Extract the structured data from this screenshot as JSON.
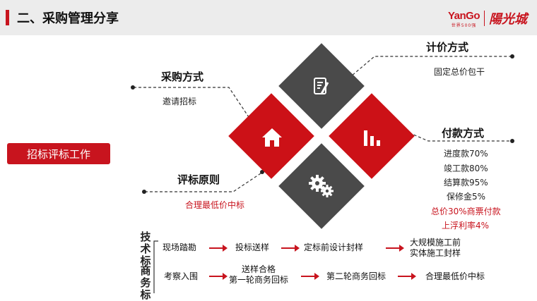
{
  "header": {
    "title": "二、采购管理分享",
    "logo_en": "YanGo",
    "logo_en_sub": "世界500强",
    "logo_cn": "陽光城"
  },
  "side_button": "招标评标工作",
  "procurement_method": {
    "title": "采购方式",
    "value": "邀请招标"
  },
  "pricing_method": {
    "title": "计价方式",
    "value": "固定总价包干"
  },
  "evaluation_principle": {
    "title": "评标原则",
    "value": "合理最低价中标"
  },
  "payment_method": {
    "title": "付款方式",
    "items": [
      "进度款70%",
      "竣工款80%",
      "结算款95%",
      "保修金5%"
    ],
    "highlight_items": [
      "总价30%商票付款",
      "上浮利率4%"
    ]
  },
  "bid_labels": {
    "technical": "技术标",
    "commercial": "商务标"
  },
  "flow_technical": [
    "现场踏勘",
    "投标送样",
    "定标前设计封样",
    "大规模施工前",
    "实体施工封样"
  ],
  "flow_commercial": [
    "考察入围",
    "送样合格",
    "第一轮商务回标",
    "第二轮商务回标",
    "合理最低价中标"
  ],
  "icons": {
    "center_top": "document-pen-icon",
    "left": "house-icon",
    "right": "bar-chart-icon",
    "bottom": "gears-icon"
  },
  "colors": {
    "accent": "#c8141e",
    "dark": "#4a4a4a"
  }
}
